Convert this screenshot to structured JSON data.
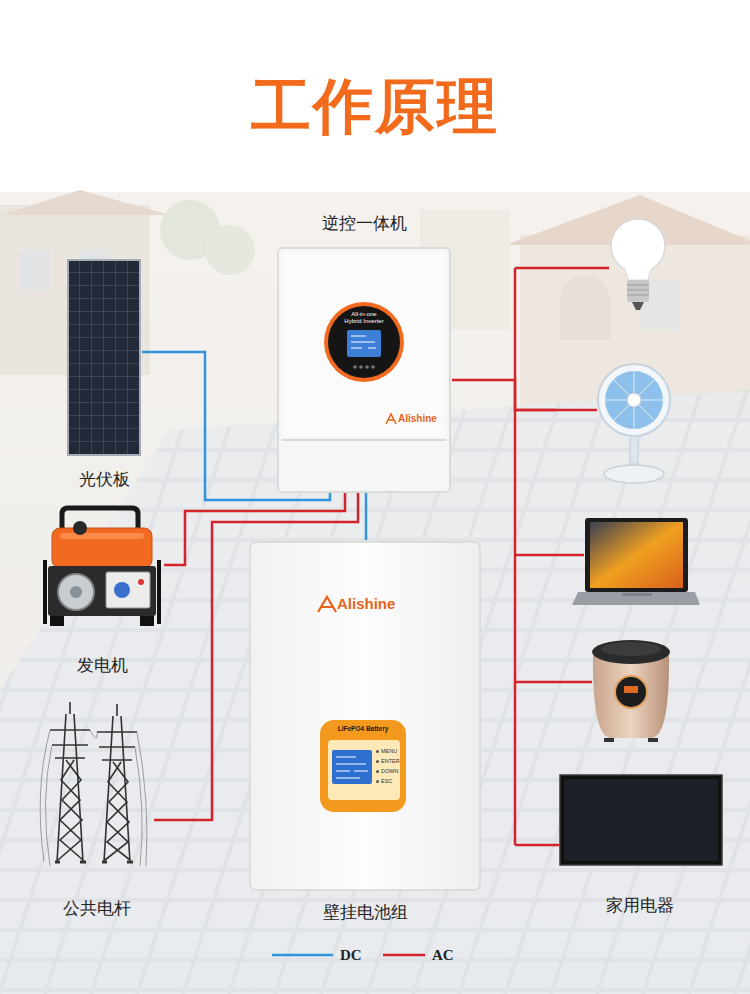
{
  "diagram": {
    "title": "工作原理",
    "nodes": [
      {
        "text": [
          "逆控一体机"
        ]
      },
      {
        "text": [
          "光伏板"
        ]
      },
      {
        "text": [
          "发电机"
        ]
      },
      {
        "text": [
          "公共电杆"
        ]
      },
      {
        "text": [
          "壁挂电池组"
        ]
      },
      {
        "text": [
          "家用电器"
        ]
      }
    ],
    "edges": [
      {
        "from": 1,
        "to": 0,
        "arrow": "none"
      },
      {
        "from": 2,
        "to": 0,
        "arrow": "none"
      },
      {
        "from": 3,
        "to": 0,
        "arrow": "none"
      },
      {
        "from": 4,
        "to": 0,
        "arrow": "none"
      },
      {
        "from": 0,
        "to": 5,
        "arrow": "none"
      }
    ],
    "labels": [
      "All-in-one Hybrid Inverter",
      "Alishine",
      "Alishine",
      "LiFePO4 Battery",
      "MENU",
      "ENTER",
      "DOWN",
      "ESC"
    ],
    "legend": [
      {
        "text": "DC"
      },
      {
        "text": "AC"
      }
    ]
  }
}
